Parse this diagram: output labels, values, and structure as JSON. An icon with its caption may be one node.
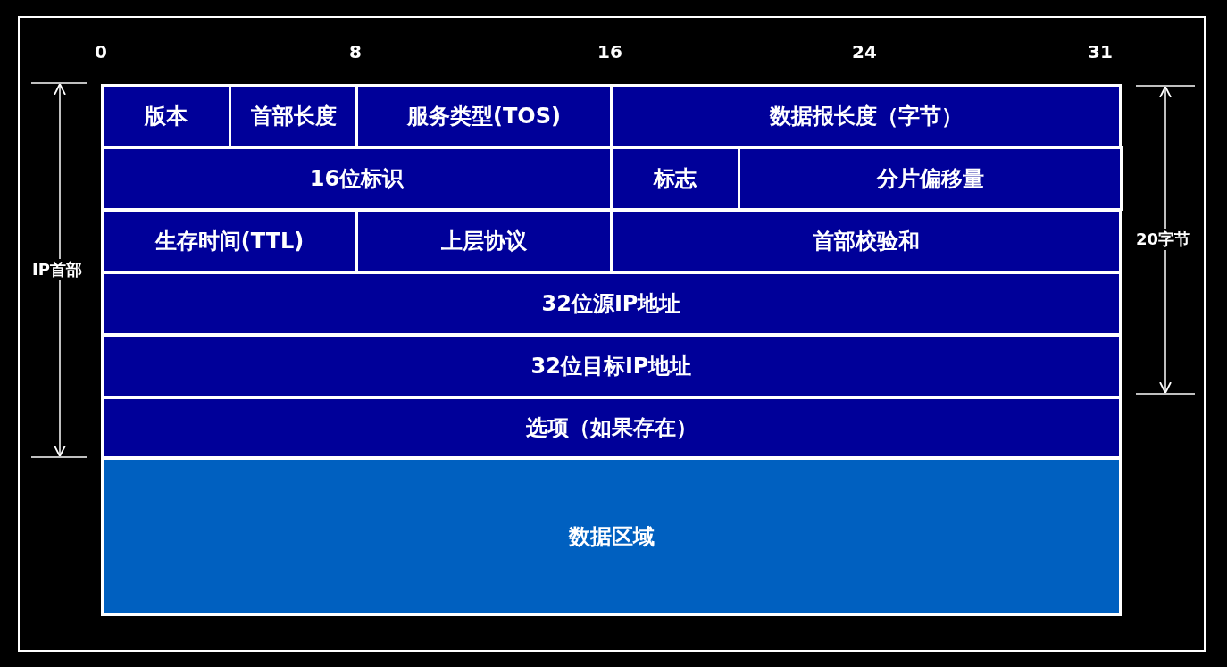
{
  "diagram": {
    "nodes": [
      {
        "text": [
          "版本"
        ]
      },
      {
        "text": [
          "首部长度"
        ]
      },
      {
        "text": [
          "服务类型(TOS)"
        ]
      },
      {
        "text": [
          "数据报长度（字节）"
        ]
      },
      {
        "text": [
          "16位标识"
        ]
      },
      {
        "text": [
          "标志"
        ]
      },
      {
        "text": [
          "分片偏移量"
        ]
      },
      {
        "text": [
          "生存时间(TTL)"
        ]
      },
      {
        "text": [
          "上层协议"
        ]
      },
      {
        "text": [
          "首部校验和"
        ]
      },
      {
        "text": [
          "32位源IP地址"
        ]
      },
      {
        "text": [
          "32位目标IP地址"
        ]
      },
      {
        "text": [
          "选项（如果存在）"
        ]
      },
      {
        "text": [
          "数据区域"
        ]
      }
    ],
    "labels": [
      "0",
      "8",
      "16",
      "24",
      "31",
      "IP首部",
      "20字节"
    ]
  }
}
